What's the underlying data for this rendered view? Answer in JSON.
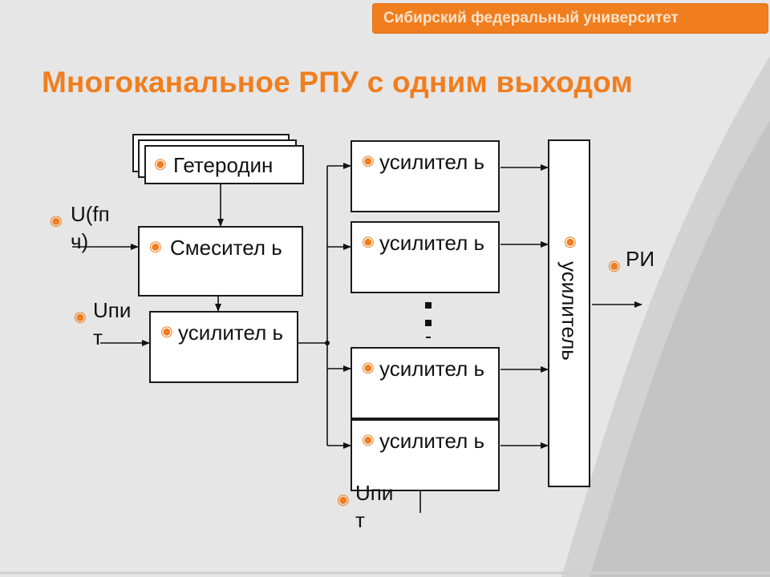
{
  "header": {
    "university": "Сибирский федеральный университет"
  },
  "title": "Многоканальное РПУ с одним выходом",
  "colors": {
    "accent": "#f07e1e",
    "background": "#e6e6e6",
    "box_border": "#1a1a1a"
  },
  "bullet_icon": "◉",
  "blocks": {
    "heterodyne": "Гетеродин",
    "mixer": "Смесител ь",
    "if_amplifier": "усилител ь",
    "channel_amplifiers": [
      "усилител ь",
      "усилител ь",
      "усилител ь",
      "усилител ь"
    ],
    "output_amplifier": "усилитель"
  },
  "labels": {
    "input_signal": "U(fп ч)",
    "supply_1": "Uпи т",
    "supply_2": "Uпи т",
    "output": "РИ"
  }
}
